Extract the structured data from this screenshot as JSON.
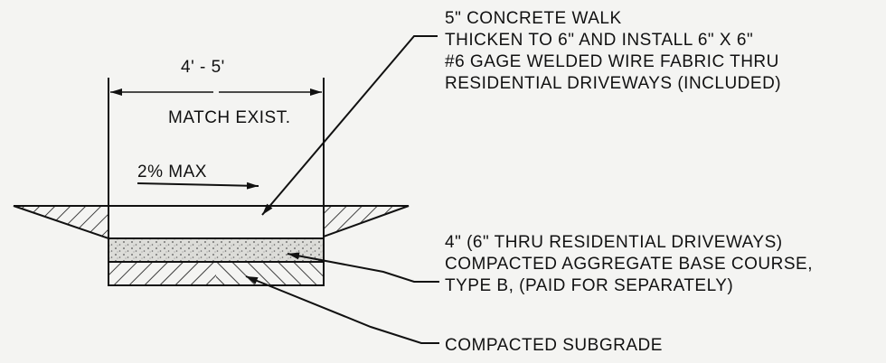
{
  "dimension": {
    "label": "4' - 5'"
  },
  "match_note": "MATCH EXIST.",
  "slope_note": "2% MAX",
  "callouts": {
    "walk": [
      "5\" CONCRETE WALK",
      "THICKEN TO 6\" AND INSTALL 6\" X 6\"",
      "#6 GAGE WELDED WIRE FABRIC THRU",
      "RESIDENTIAL DRIVEWAYS (INCLUDED)"
    ],
    "base": [
      "4\" (6\" THRU RESIDENTIAL DRIVEWAYS)",
      "COMPACTED AGGREGATE BASE COURSE,",
      "TYPE B, (PAID FOR SEPARATELY)"
    ],
    "subgrade": [
      "COMPACTED SUBGRADE"
    ]
  },
  "colors": {
    "ink": "#111111",
    "paper": "#f4f4f2",
    "aggregate": "#cfcfcc"
  }
}
